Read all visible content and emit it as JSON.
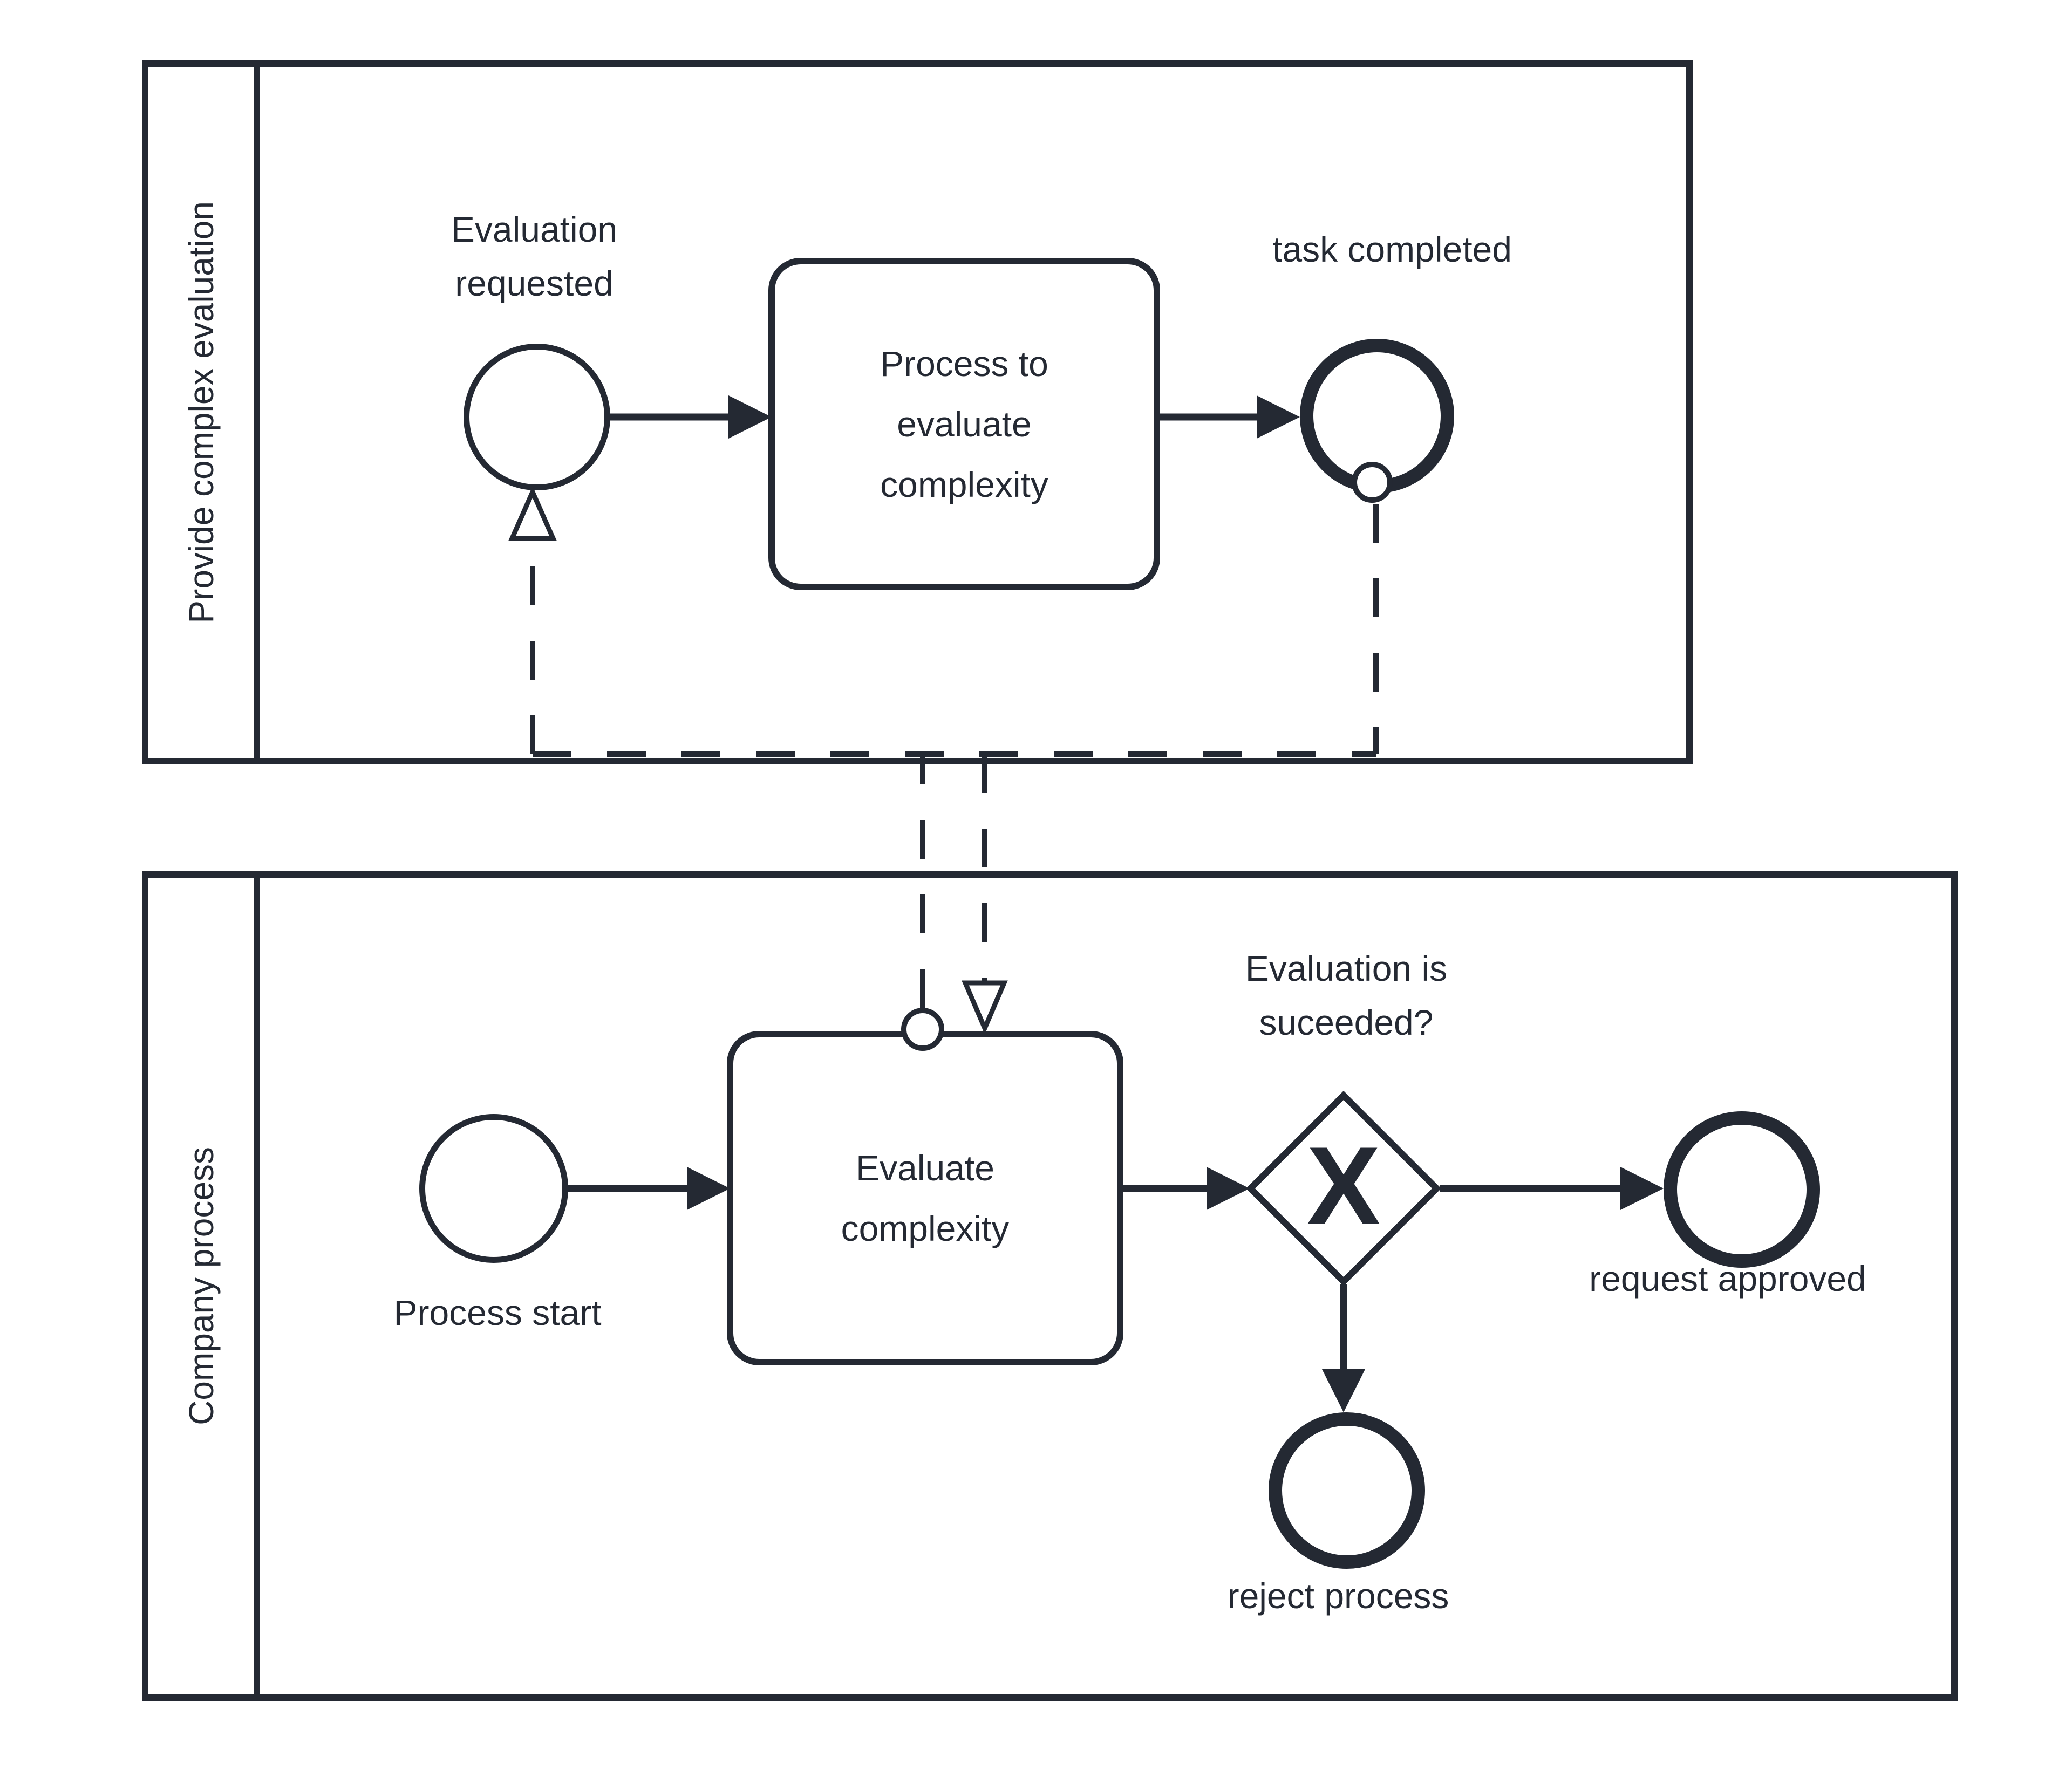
{
  "pools": {
    "provide": {
      "label": "Provide complex evaluation",
      "start_event_label": "Evaluation\nrequested",
      "task_label": "Process to\nevaluate\ncomplexity",
      "end_event_label": "task completed"
    },
    "company": {
      "label": "Company process",
      "start_event_label": "Process start",
      "task_label": "Evaluate\ncomplexity",
      "gateway_label": "Evaluation is\nsuceeded?",
      "gateway_marker": "X",
      "end_event_approved_label": "request approved",
      "end_event_rejected_label": "reject process"
    }
  },
  "colors": {
    "ink": "#242933",
    "background": "#ffffff"
  }
}
